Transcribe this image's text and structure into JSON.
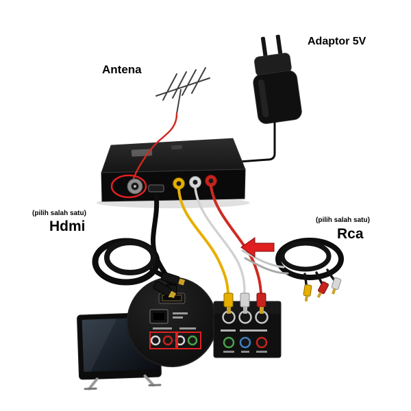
{
  "labels": {
    "adaptor": "Adaptor 5V",
    "antena": "Antena",
    "hdmi_note": "(pilih salah satu)",
    "hdmi": "Hdmi",
    "rca_note": "(pilih salah satu)",
    "rca": "Rca"
  },
  "colors": {
    "background": "#ffffff",
    "cable_red": "#cf2a20",
    "cable_yellow": "#e6af00",
    "cable_white": "#d2d2d2",
    "cable_black": "#0d0d0d",
    "arrow_red": "#e01f1f",
    "highlight_red": "#e02020",
    "gold": "#c9a227",
    "jack_green": "#4aa34a",
    "jack_blue": "#3f7fc1",
    "jack_red": "#c8231d",
    "jack_white": "#d8d8d8"
  }
}
